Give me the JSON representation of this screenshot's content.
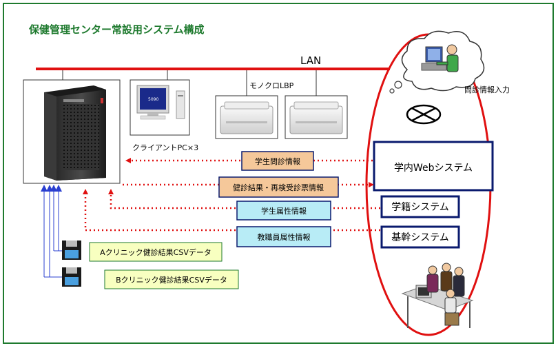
{
  "title": "保健管理センター常設用システム構成",
  "lan_label": "LAN",
  "server_label": "",
  "client_label": "クライアントPC×3",
  "printer_label": "モノクロLBP",
  "monitor_brand": "5090",
  "interview_label": "問診情報入力",
  "systems": {
    "web": "学内Webシステム",
    "registry": "学籍システム",
    "core": "基幹システム"
  },
  "flows": {
    "student_interview": "学生問診情報",
    "exam_results": "健診結果・再検受診票情報",
    "student_attr": "学生属性情報",
    "staff_attr": "教職員属性情報"
  },
  "csv": {
    "a": "Aクリニック健診結果CSVデータ",
    "b": "Bクリニック健診結果CSVデータ"
  },
  "colors": {
    "frame": "#1e7a2e",
    "title": "#1e7a2e",
    "lan": "#e01010",
    "arrow_red": "#e01010",
    "arrow_blue": "#2a3fd0",
    "navy_border": "#0a1a6e",
    "orange_fill": "#f5c89a",
    "cyan_fill": "#b8ecf6",
    "yellow_fill": "#f8ffc0",
    "ellipse": "#e01010"
  }
}
